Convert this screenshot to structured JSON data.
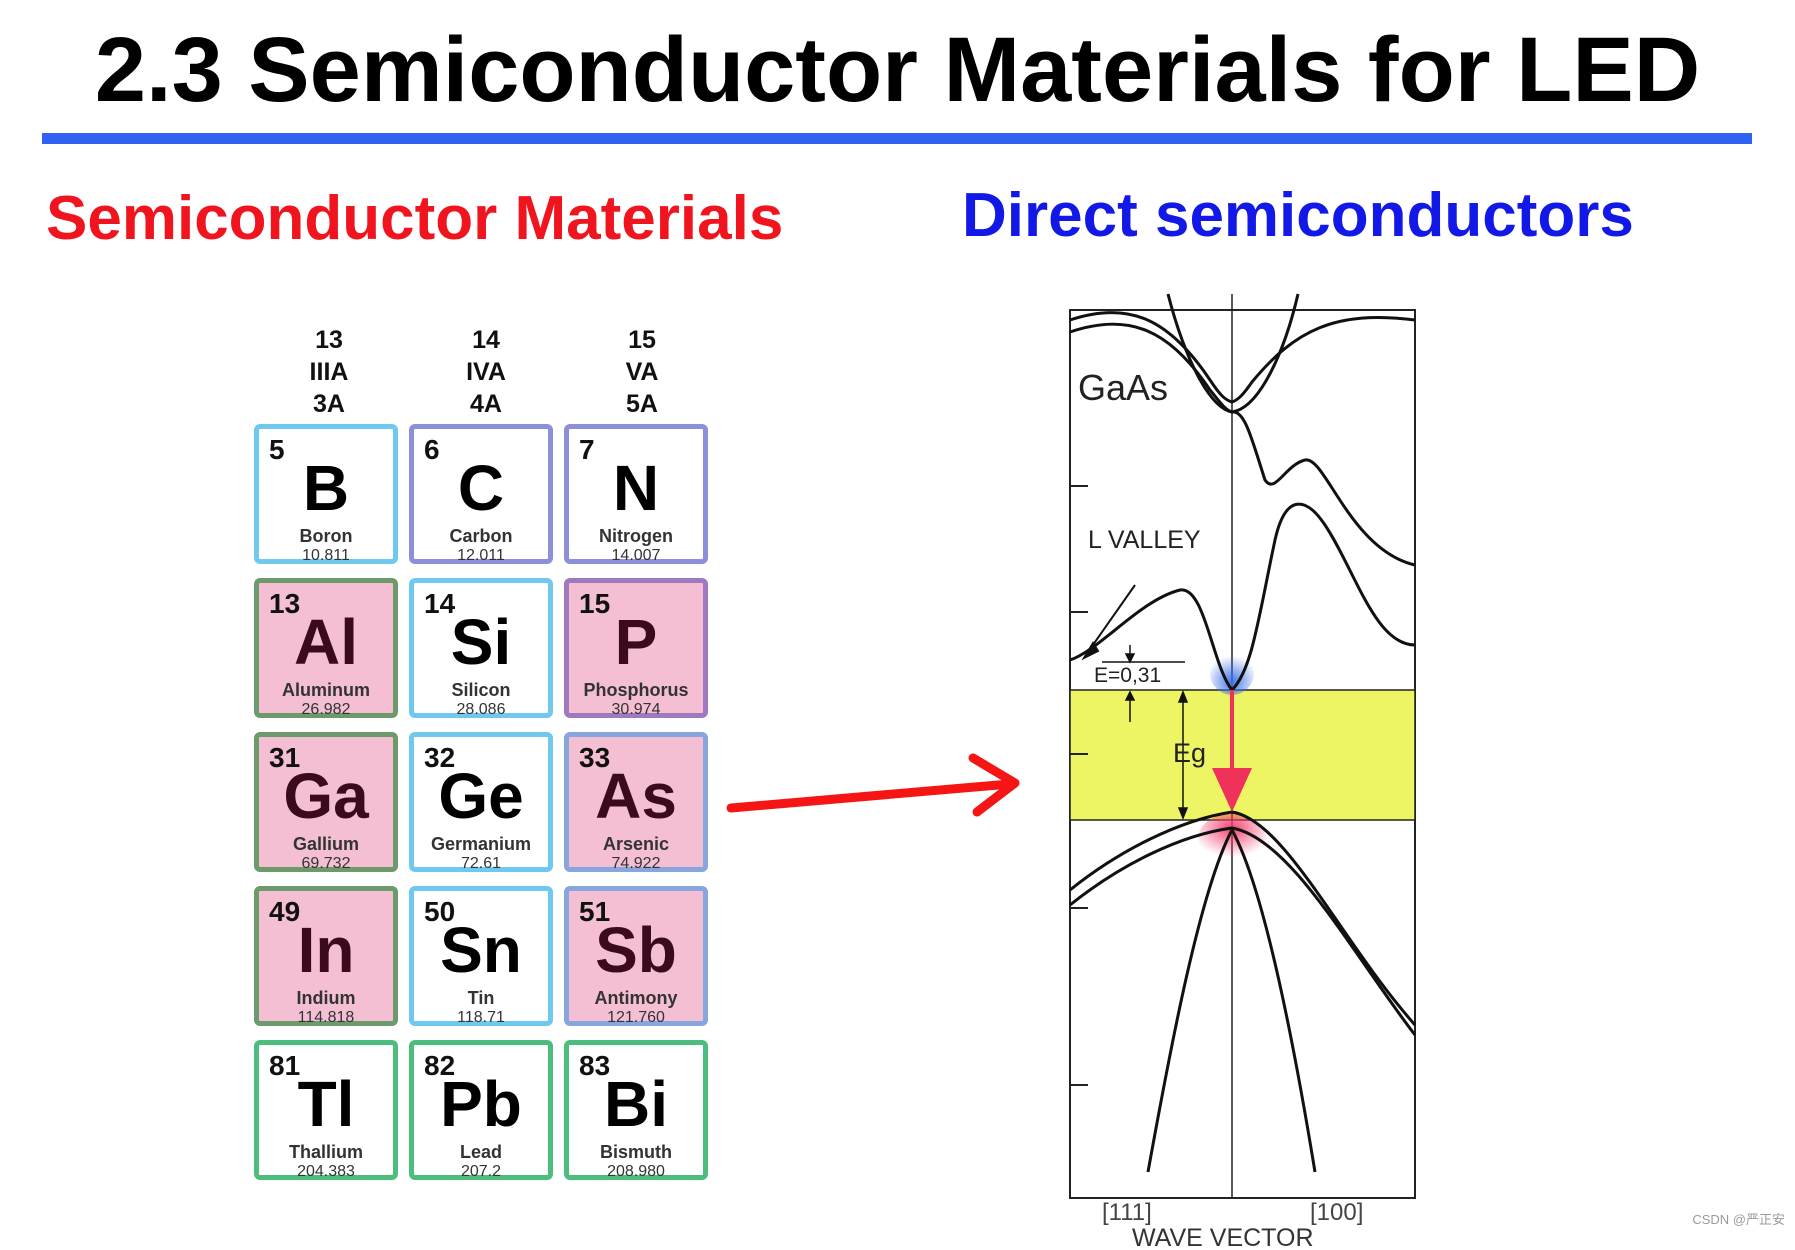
{
  "slide": {
    "title": "2.3 Semiconductor Materials for LED",
    "left_heading": "Semiconductor Materials",
    "right_heading": "Direct semiconductors",
    "watermark": "CSDN @严正安",
    "colors": {
      "rule": "#2f62f2",
      "left_heading": "#f0141e",
      "right_heading": "#1219e6",
      "arrow": "#f51515",
      "gap_band": "#eef564"
    }
  },
  "periodic_table": {
    "groups": [
      {
        "number": "13",
        "iupac": "IIIA",
        "cas": "3A"
      },
      {
        "number": "14",
        "iupac": "IVA",
        "cas": "4A"
      },
      {
        "number": "15",
        "iupac": "VA",
        "cas": "5A"
      }
    ],
    "elements": [
      {
        "number": "5",
        "symbol": "B",
        "name": "Boron",
        "mass": "10.811",
        "style": "blue"
      },
      {
        "number": "6",
        "symbol": "C",
        "name": "Carbon",
        "mass": "12.011",
        "style": "navy"
      },
      {
        "number": "7",
        "symbol": "N",
        "name": "Nitrogen",
        "mass": "14.007",
        "style": "navy"
      },
      {
        "number": "13",
        "symbol": "Al",
        "name": "Aluminum",
        "mass": "26.982",
        "style": "pink-green"
      },
      {
        "number": "14",
        "symbol": "Si",
        "name": "Silicon",
        "mass": "28.086",
        "style": "blue"
      },
      {
        "number": "15",
        "symbol": "P",
        "name": "Phosphorus",
        "mass": "30.974",
        "style": "pink-purple"
      },
      {
        "number": "31",
        "symbol": "Ga",
        "name": "Gallium",
        "mass": "69.732",
        "style": "pink-green"
      },
      {
        "number": "32",
        "symbol": "Ge",
        "name": "Germanium",
        "mass": "72.61",
        "style": "blue"
      },
      {
        "number": "33",
        "symbol": "As",
        "name": "Arsenic",
        "mass": "74.922",
        "style": "pink-blue"
      },
      {
        "number": "49",
        "symbol": "In",
        "name": "Indium",
        "mass": "114.818",
        "style": "pink-green"
      },
      {
        "number": "50",
        "symbol": "Sn",
        "name": "Tin",
        "mass": "118.71",
        "style": "blue"
      },
      {
        "number": "51",
        "symbol": "Sb",
        "name": "Antimony",
        "mass": "121.760",
        "style": "pink-blue"
      },
      {
        "number": "81",
        "symbol": "Tl",
        "name": "Thallium",
        "mass": "204.383",
        "style": "green"
      },
      {
        "number": "82",
        "symbol": "Pb",
        "name": "Lead",
        "mass": "207.2",
        "style": "green"
      },
      {
        "number": "83",
        "symbol": "Bi",
        "name": "Bismuth",
        "mass": "208.980",
        "style": "green"
      }
    ]
  },
  "band_diagram": {
    "material_label": "GaAs",
    "valley_label": "L VALLEY",
    "energy_offset_label": "E=0,31",
    "gap_label": "Eg",
    "x_left_label": "[111]",
    "x_right_label": "[100]",
    "x_axis_label": "WAVE VECTOR"
  }
}
